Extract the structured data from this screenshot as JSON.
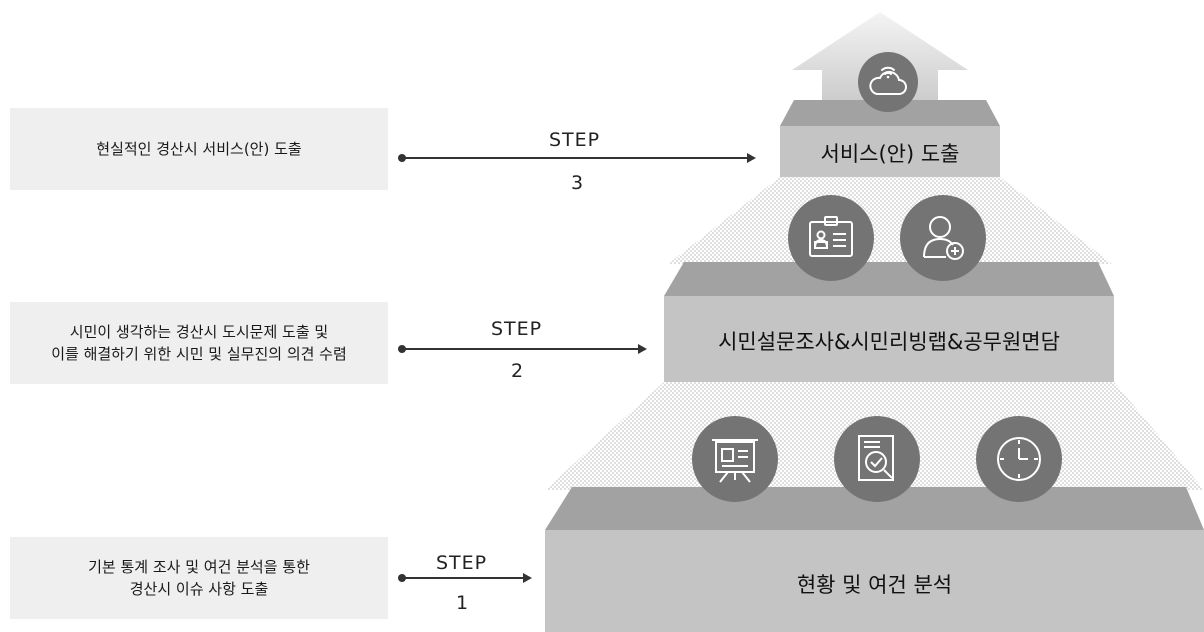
{
  "steps": [
    {
      "description": [
        "현실적인 경산시 서비스(안) 도출"
      ],
      "step_word": "STEP",
      "step_number": "3",
      "tier_label": "서비스(안) 도출"
    },
    {
      "description": [
        "시민이 생각하는 경산시 도시문제 도출 및",
        "이를 해결하기 위한 시민 및 실무진의 의견 수렴"
      ],
      "step_word": "STEP",
      "step_number": "2",
      "tier_label": "시민설문조사&시민리빙랩&공무원면담"
    },
    {
      "description": [
        "기본 통계 조사 및 여건 분석을 통한",
        "경산시 이슈 사항 도출"
      ],
      "step_word": "STEP",
      "step_number": "1",
      "tier_label": "현황 및 여건 분석"
    }
  ],
  "icons": [
    "cloud-wifi-icon",
    "id-card-icon",
    "user-add-icon",
    "presentation-board-icon",
    "document-check-icon",
    "clock-icon"
  ],
  "colors": {
    "tier": "#c4c4c4",
    "tier_top": "#9b9b9b",
    "icon": "#747474",
    "desc_box": "#efefef",
    "arrow": "#333333"
  }
}
